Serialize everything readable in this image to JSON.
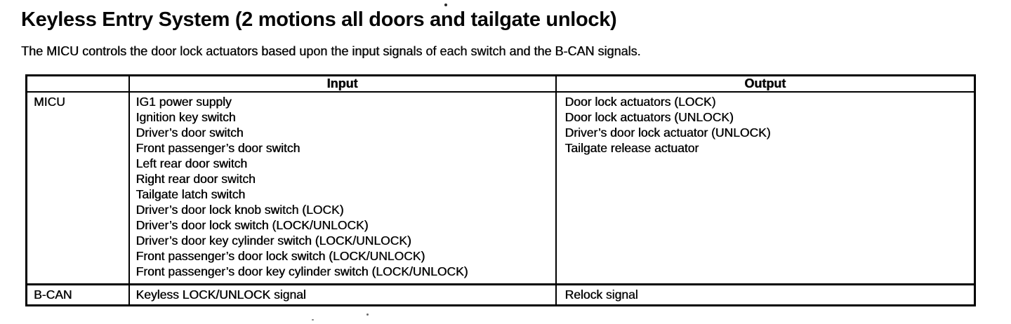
{
  "page": {
    "title": "Keyless Entry System (2 motions all doors and tailgate unlock)",
    "intro": "The MICU controls the door lock actuators based upon the input signals of each switch and the B-CAN signals."
  },
  "table": {
    "headers": [
      "",
      "Input",
      "Output"
    ],
    "rows": [
      {
        "source": "MICU",
        "inputs": [
          "IG1 power supply",
          "Ignition key switch",
          "Driver’s door switch",
          "Front passenger’s door switch",
          "Left rear door switch",
          "Right rear door switch",
          "Tailgate latch switch",
          "Driver’s door lock knob switch (LOCK)",
          "Driver’s door lock switch (LOCK/UNLOCK)",
          "Driver’s door key cylinder switch (LOCK/UNLOCK)",
          "Front passenger’s door lock switch (LOCK/UNLOCK)",
          "Front passenger’s door key cylinder switch (LOCK/UNLOCK)"
        ],
        "outputs": [
          "Door lock actuators (LOCK)",
          "Door lock actuators (UNLOCK)",
          "Driver’s door lock actuator (UNLOCK)",
          "Tailgate release actuator"
        ]
      },
      {
        "source": "B-CAN",
        "inputs": [
          "Keyless LOCK/UNLOCK signal"
        ],
        "outputs": [
          "Relock signal"
        ]
      }
    ],
    "colors": {
      "text": "#050505",
      "border": "#000000",
      "background": "#ffffff"
    }
  }
}
